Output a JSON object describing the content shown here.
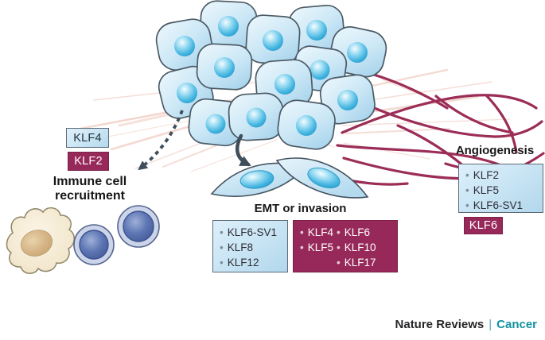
{
  "figure": {
    "immune": {
      "title_line1": "Immune cell",
      "title_line2": "recruitment",
      "blue_chip": "KLF4",
      "maroon_chip": "KLF2"
    },
    "emt": {
      "title": "EMT or invasion",
      "blue_list": [
        "KLF6-SV1",
        "KLF8",
        "KLF12"
      ],
      "maroon_list_col1": [
        "KLF4",
        "KLF5"
      ],
      "maroon_list_col2": [
        "KLF6",
        "KLF10",
        "KLF17"
      ]
    },
    "angiogenesis": {
      "title": "Angiogenesis",
      "blue_list": [
        "KLF2",
        "KLF5",
        "KLF6-SV1"
      ],
      "maroon_chip": "KLF6"
    },
    "footer": {
      "journal": "Nature Reviews",
      "separator": "|",
      "section": "Cancer"
    },
    "colors": {
      "light_box_fill": "#cde7f5",
      "maroon_box_fill": "#97295a",
      "vessel": "#9b2d57",
      "ecm_fiber": "#eec2b4",
      "tumor_cell_fill": "#cfe9f6",
      "nucleus_blue": "#3fb2de",
      "arrow": "#3e4e5a",
      "lymphocyte_blue": "#4a63a4",
      "macrophage_cream": "#f3e8cf",
      "journal_teal": "#12919f"
    }
  }
}
